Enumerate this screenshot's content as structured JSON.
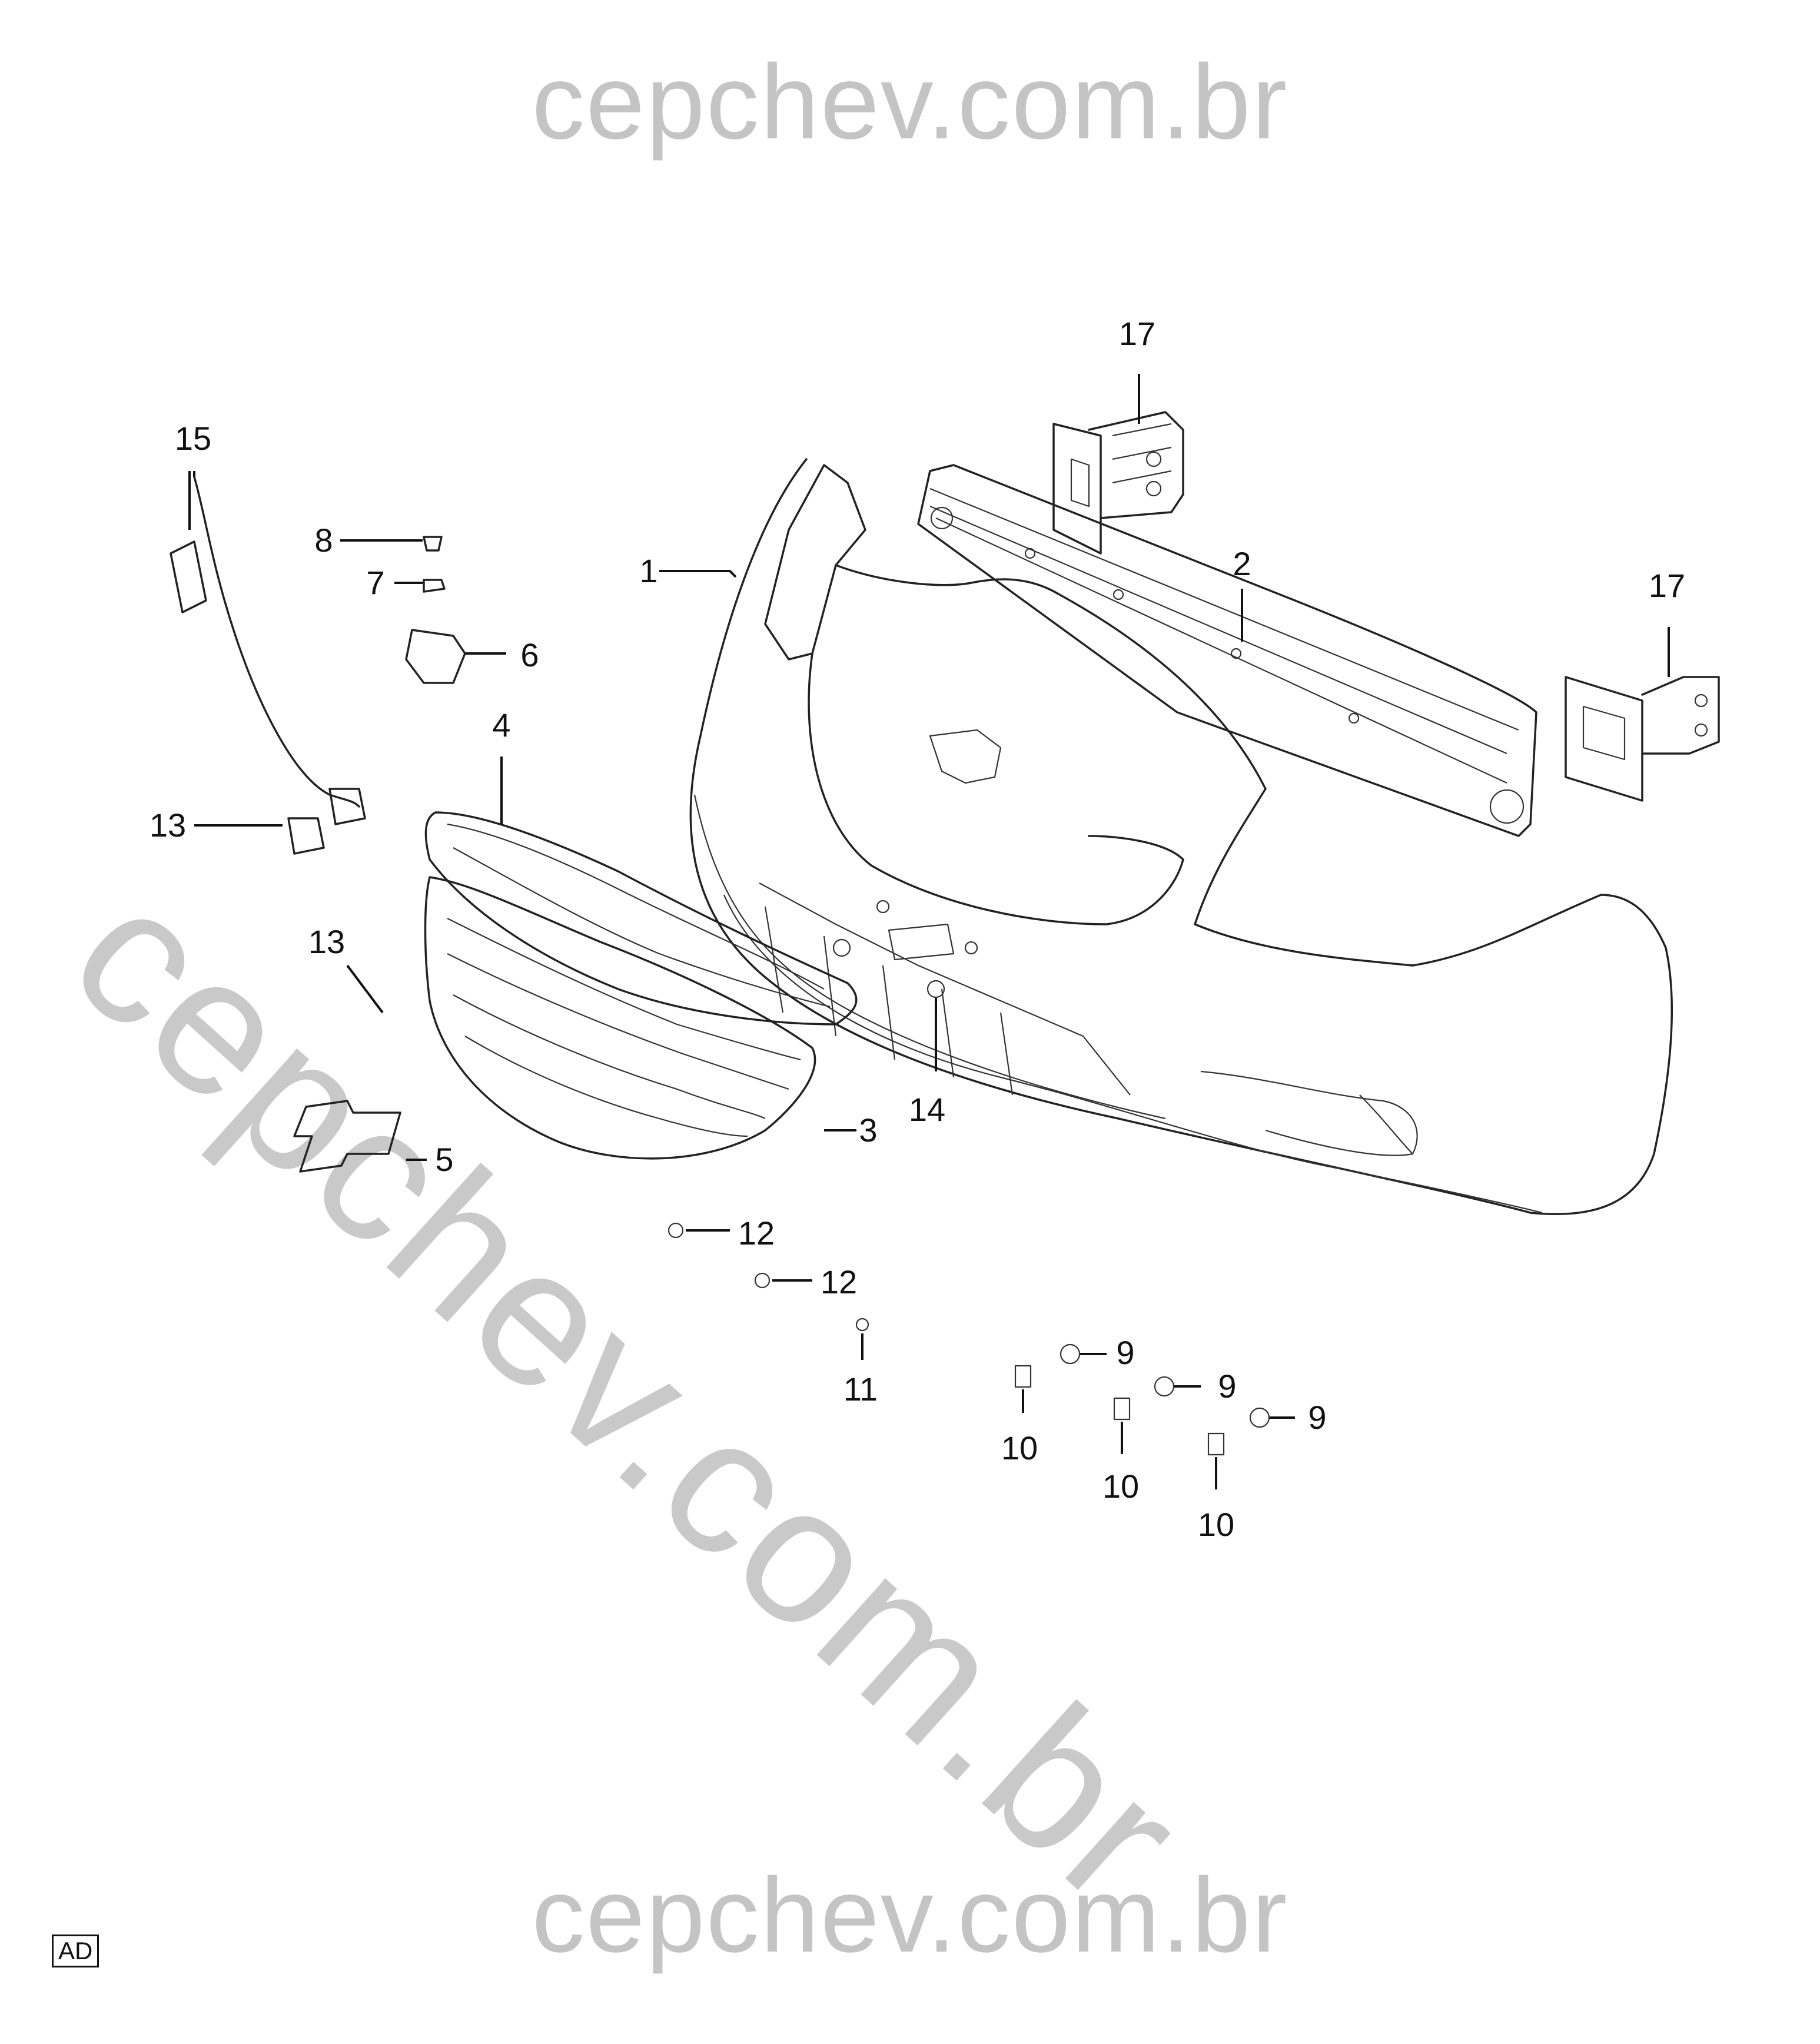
{
  "watermark": {
    "top": "cepchev.com.br",
    "bottom": "cepchev.com.br",
    "diagonal": "cepchev.com.br"
  },
  "corner_tag": "AD",
  "callouts": [
    {
      "id": "c1",
      "label": "1"
    },
    {
      "id": "c2",
      "label": "2"
    },
    {
      "id": "c3",
      "label": "3"
    },
    {
      "id": "c4",
      "label": "4"
    },
    {
      "id": "c5",
      "label": "5"
    },
    {
      "id": "c6",
      "label": "6"
    },
    {
      "id": "c7",
      "label": "7"
    },
    {
      "id": "c8",
      "label": "8"
    },
    {
      "id": "c9a",
      "label": "9"
    },
    {
      "id": "c9b",
      "label": "9"
    },
    {
      "id": "c9c",
      "label": "9"
    },
    {
      "id": "c10a",
      "label": "10"
    },
    {
      "id": "c10b",
      "label": "10"
    },
    {
      "id": "c10c",
      "label": "10"
    },
    {
      "id": "c11",
      "label": "11"
    },
    {
      "id": "c12a",
      "label": "12"
    },
    {
      "id": "c12b",
      "label": "12"
    },
    {
      "id": "c13a",
      "label": "13"
    },
    {
      "id": "c13b",
      "label": "13"
    },
    {
      "id": "c14",
      "label": "14"
    },
    {
      "id": "c15",
      "label": "15"
    },
    {
      "id": "c17a",
      "label": "17"
    },
    {
      "id": "c17b",
      "label": "17"
    }
  ]
}
